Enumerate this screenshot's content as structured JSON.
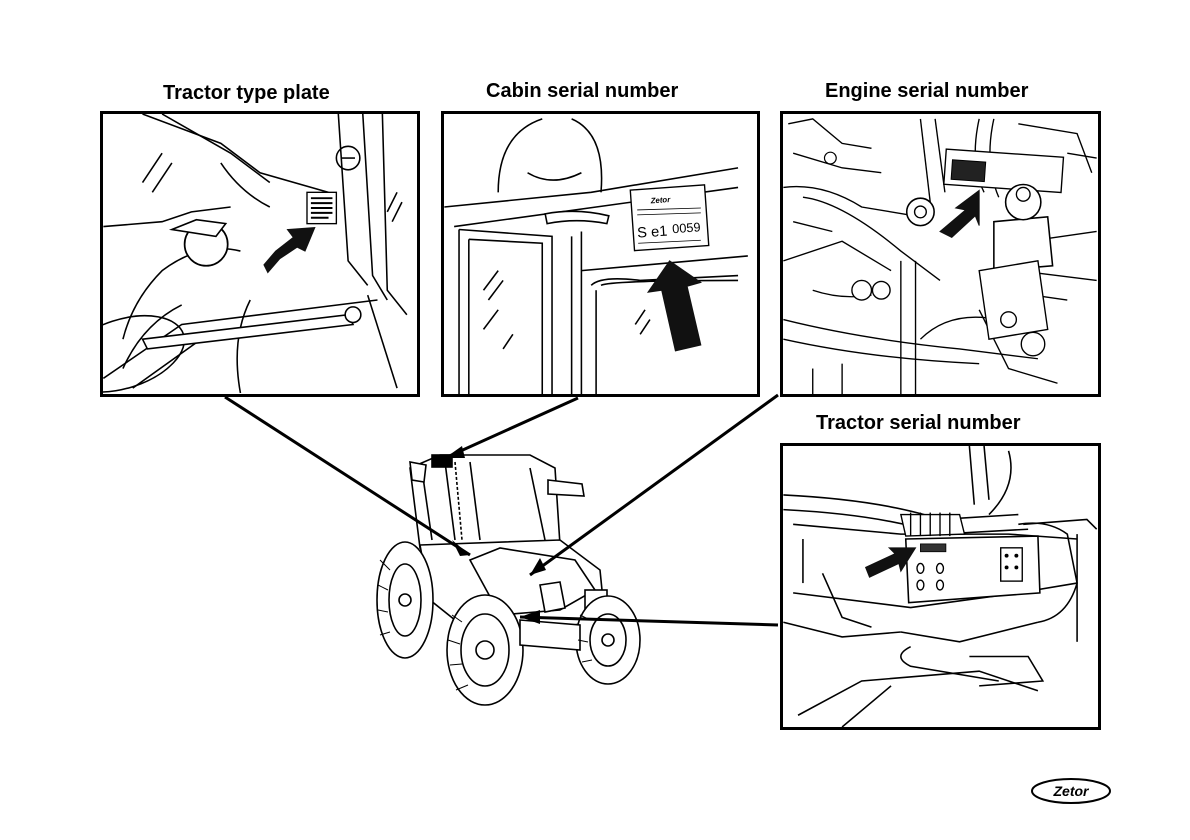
{
  "labels": {
    "tractor_type_plate": "Tractor type plate",
    "cabin_serial_number": "Cabin serial number",
    "engine_serial_number": "Engine serial number",
    "tractor_serial_number": "Tractor serial number"
  },
  "cabin_plate": {
    "brand": "Zetor",
    "code_left": "S e1",
    "code_right": "0059"
  },
  "logo": {
    "text": "Zetor"
  },
  "colors": {
    "ink": "#000000",
    "paper": "#ffffff",
    "arrow": "#111111"
  }
}
